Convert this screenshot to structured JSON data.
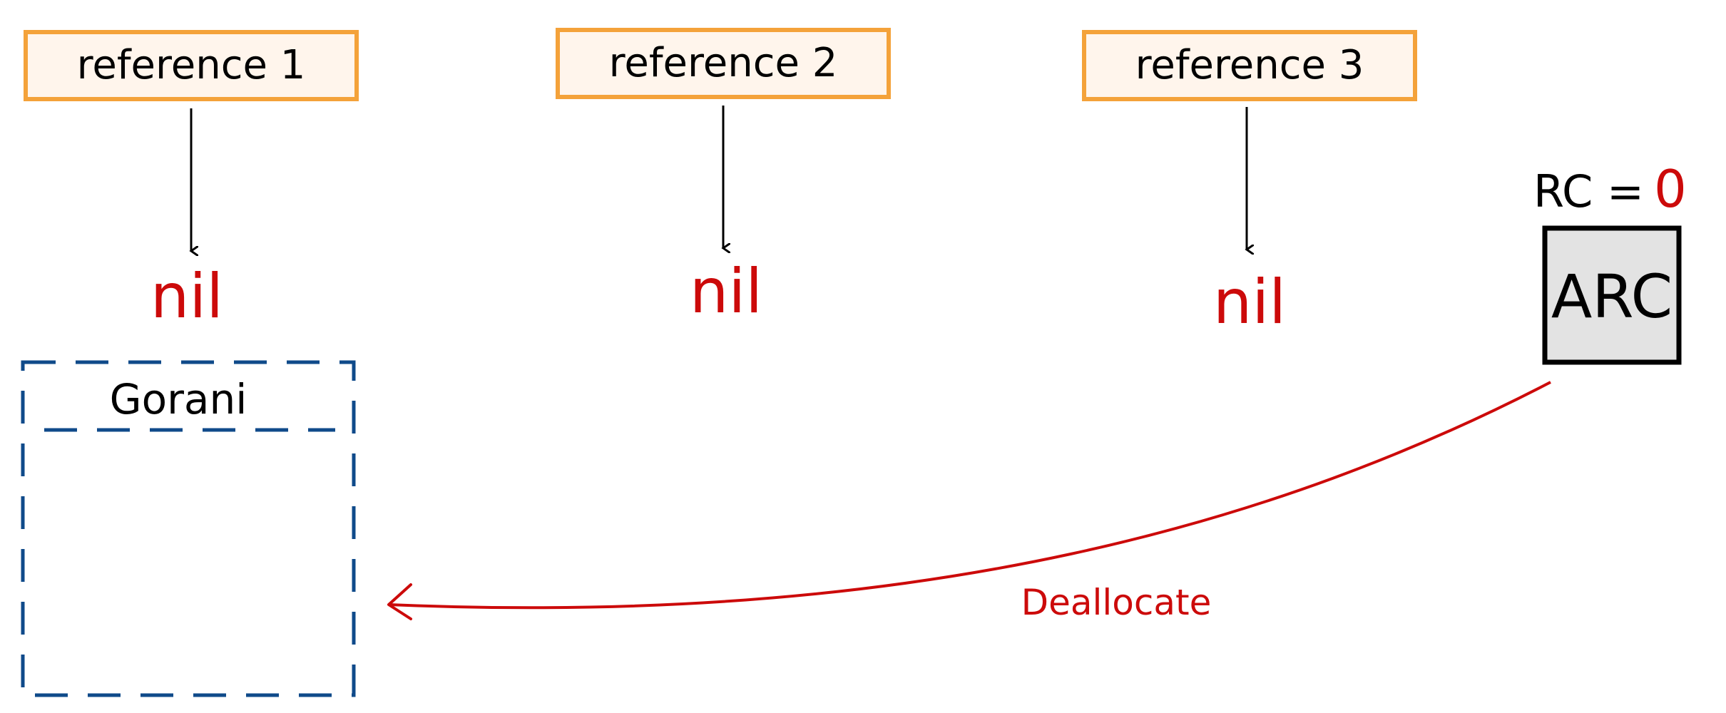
{
  "references": [
    {
      "label": "reference 1",
      "target": "nil"
    },
    {
      "label": "reference 2",
      "target": "nil"
    },
    {
      "label": "reference 3",
      "target": "nil"
    }
  ],
  "object": {
    "name": "Gorani"
  },
  "arc": {
    "label": "ARC",
    "rc_prefix": "RC =",
    "rc_value": "0"
  },
  "action": {
    "label": "Deallocate"
  },
  "colors": {
    "reference_border": "#f4a23a",
    "reference_fill": "#fff5ec",
    "nil": "#cc0a0a",
    "object_border": "#0f4a8a",
    "arc_fill": "#e3e3e3",
    "arrow": "#000000",
    "dealloc": "#cc0a0a"
  }
}
